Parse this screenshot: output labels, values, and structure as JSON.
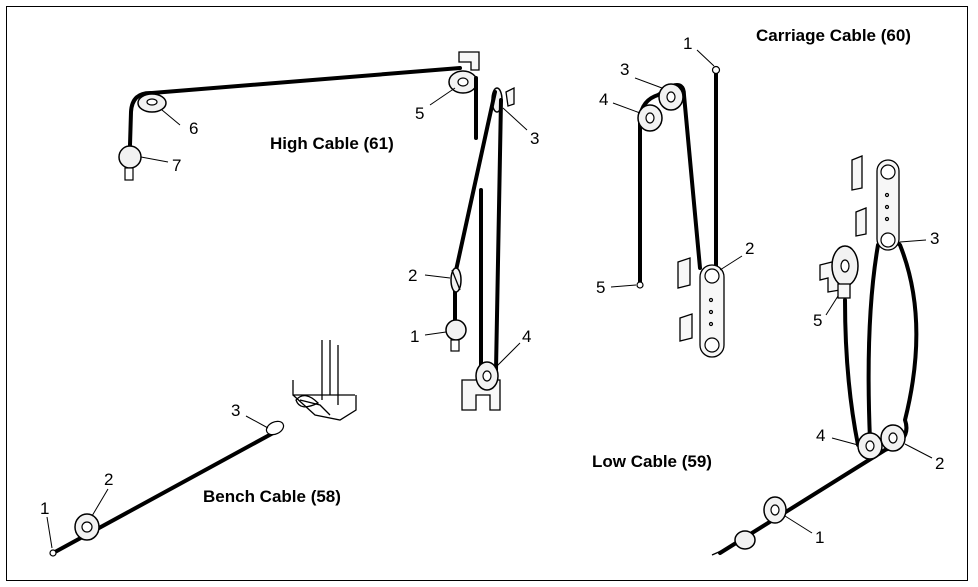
{
  "titles": {
    "high": "High Cable (61)",
    "carriage": "Carriage Cable (60)",
    "bench": "Bench Cable (58)",
    "low": "Low Cable (59)"
  },
  "callouts": {
    "high": [
      "1",
      "2",
      "3",
      "4",
      "5",
      "6",
      "7"
    ],
    "carriage": [
      "1",
      "2",
      "3",
      "4",
      "5"
    ],
    "bench": [
      "1",
      "2",
      "3"
    ],
    "low": [
      "1",
      "2",
      "3",
      "4",
      "5"
    ]
  }
}
